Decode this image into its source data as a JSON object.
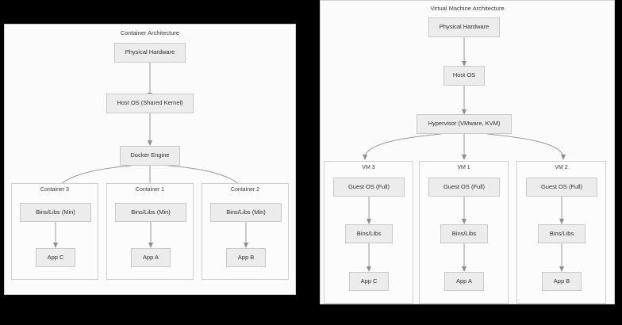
{
  "page": {
    "background_color": "#000000",
    "panel_background": "#fbfbfb",
    "node_fill": "#ececec",
    "node_border": "#c8c8c8",
    "edge_color": "#9a9a9a",
    "text_color": "#2f2f2f"
  },
  "container_panel": {
    "title": "Container Architecture",
    "stack": [
      {
        "label": "Physical Hardware"
      },
      {
        "label": "Host OS (Shared Kernel)"
      },
      {
        "label": "Docker Engine"
      }
    ],
    "groups": [
      {
        "title": "Container 3",
        "nodes": [
          {
            "label": "Bins/Libs (Min)"
          },
          {
            "label": "App C"
          }
        ]
      },
      {
        "title": "Container 1",
        "nodes": [
          {
            "label": "Bins/Libs (Min)"
          },
          {
            "label": "App A"
          }
        ]
      },
      {
        "title": "Container 2",
        "nodes": [
          {
            "label": "Bins/Libs (Min)"
          },
          {
            "label": "App B"
          }
        ]
      }
    ]
  },
  "vm_panel": {
    "title": "Virtual Machine Architecture",
    "stack": [
      {
        "label": "Physical Hardware"
      },
      {
        "label": "Host OS"
      },
      {
        "label": "Hypervisor (VMware, KVM)"
      }
    ],
    "groups": [
      {
        "title": "VM 3",
        "nodes": [
          {
            "label": "Guest OS (Full)"
          },
          {
            "label": "Bins/Libs"
          },
          {
            "label": "App C"
          }
        ]
      },
      {
        "title": "VM 1",
        "nodes": [
          {
            "label": "Guest OS (Full)"
          },
          {
            "label": "Bins/Libs"
          },
          {
            "label": "App A"
          }
        ]
      },
      {
        "title": "VM 2",
        "nodes": [
          {
            "label": "Guest OS (Full)"
          },
          {
            "label": "Bins/Libs"
          },
          {
            "label": "App B"
          }
        ]
      }
    ]
  }
}
